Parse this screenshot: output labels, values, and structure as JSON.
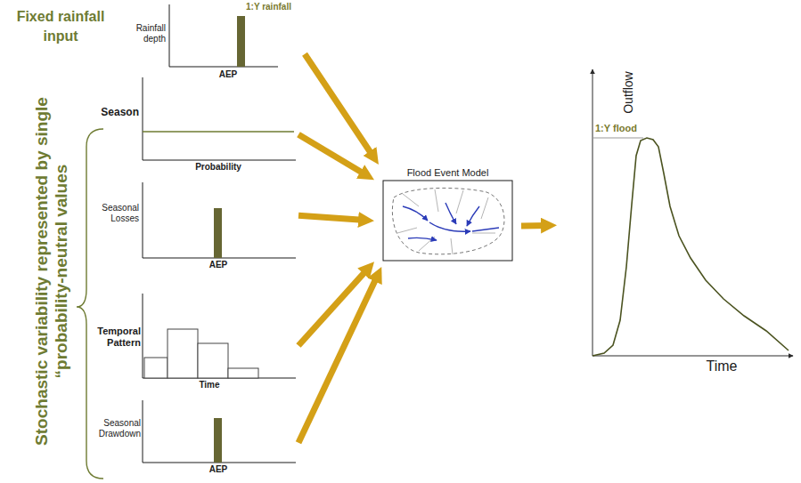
{
  "diagram": {
    "nodes": [
      {
        "text": [
          "1:Y rainfall",
          "Rainfall depth",
          "AEP"
        ]
      },
      {
        "text": [
          "Season",
          "Probability"
        ]
      },
      {
        "text": [
          "Seasonal Losses",
          "AEP"
        ]
      },
      {
        "text": [
          "Temporal Pattern",
          "Time"
        ]
      },
      {
        "text": [
          "Seasonal Drawdown",
          "AEP"
        ]
      },
      {
        "text": [
          "Flood Event Model"
        ]
      },
      {
        "text": [
          "1:Y flood",
          "Outflow",
          "Time"
        ]
      }
    ],
    "edges": [
      {
        "from": 0,
        "to": 5,
        "arrow": "to"
      },
      {
        "from": 1,
        "to": 5,
        "arrow": "to"
      },
      {
        "from": 2,
        "to": 5,
        "arrow": "to"
      },
      {
        "from": 3,
        "to": 5,
        "arrow": "to"
      },
      {
        "from": 4,
        "to": 5,
        "arrow": "to"
      },
      {
        "from": 5,
        "to": 6,
        "arrow": "to"
      }
    ],
    "labels": [
      "Fixed rainfall input",
      "Stochastic variability represented by single “probability-neutral values"
    ]
  }
}
